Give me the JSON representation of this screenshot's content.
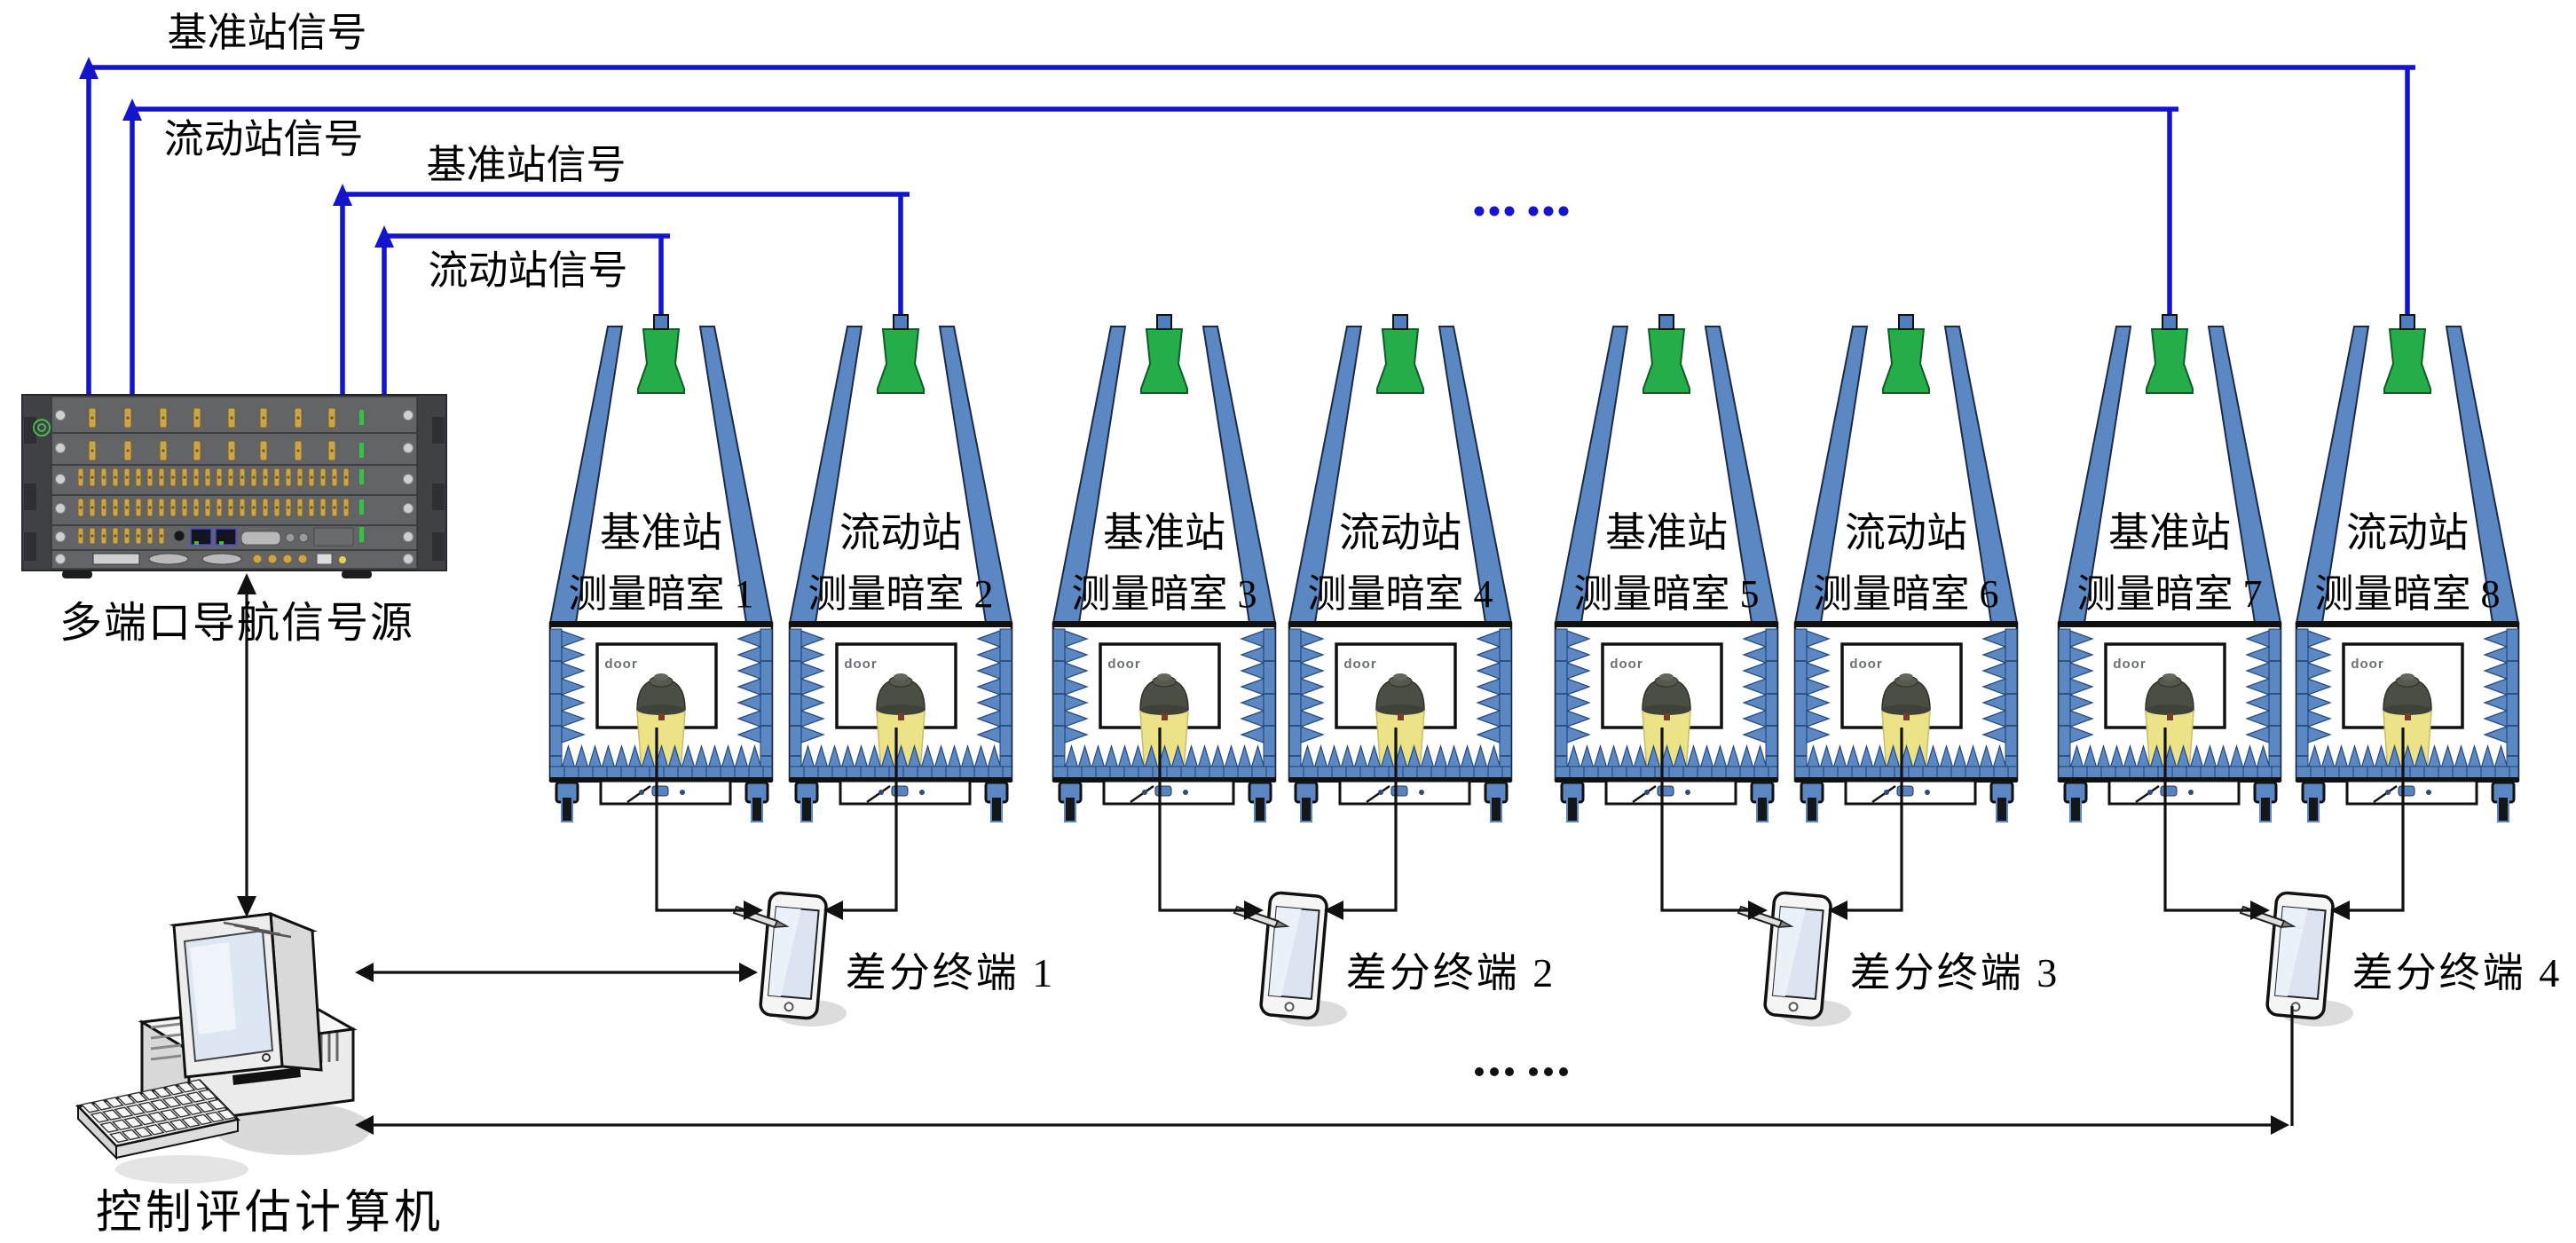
{
  "title": "GNSS differential test system diagram",
  "colors": {
    "signal_blue": "#1414cc",
    "chamber_blue": "#5b87c2",
    "chamber_blue_dark": "#24497e",
    "horn_green": "#25ad49",
    "pedestal_yellow": "#ece287",
    "rack_body_gray": "#595a5e",
    "rack_ear_gray": "#404145",
    "connector_gold": "#c9a64e",
    "line_black": "#111111"
  },
  "signal_labels": [
    {
      "text": "基准站信号"
    },
    {
      "text": "流动站信号"
    },
    {
      "text": "基准站信号"
    },
    {
      "text": "流动站信号"
    }
  ],
  "source": {
    "label": "多端口导航信号源"
  },
  "computer": {
    "label": "控制评估计算机"
  },
  "ellipsis_top": "... ...",
  "ellipsis_bottom": "... ...",
  "chambers": [
    {
      "station": "基准站",
      "room": "测量暗室 1",
      "door": "door"
    },
    {
      "station": "流动站",
      "room": "测量暗室 2",
      "door": "door"
    },
    {
      "station": "基准站",
      "room": "测量暗室 3",
      "door": "door"
    },
    {
      "station": "流动站",
      "room": "测量暗室 4",
      "door": "door"
    },
    {
      "station": "基准站",
      "room": "测量暗室 5",
      "door": "door"
    },
    {
      "station": "流动站",
      "room": "测量暗室 6",
      "door": "door"
    },
    {
      "station": "基准站",
      "room": "测量暗室 7",
      "door": "door"
    },
    {
      "station": "流动站",
      "room": "测量暗室 8",
      "door": "door"
    }
  ],
  "terminals": [
    {
      "label": "差分终端 1"
    },
    {
      "label": "差分终端 2"
    },
    {
      "label": "差分终端 3"
    },
    {
      "label": "差分终端 4"
    }
  ]
}
